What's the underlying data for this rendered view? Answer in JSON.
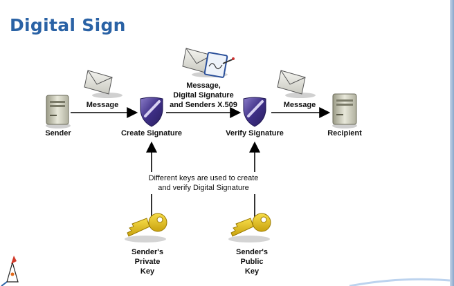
{
  "slide": {
    "title": "Digital Sign"
  },
  "diagram": {
    "nodes": {
      "sender": "Sender",
      "create_signature": "Create Signature",
      "verify_signature": "Verify Signature",
      "recipient": "Recipient"
    },
    "edge_labels": {
      "message_left": "Message",
      "message_middle_line1": "Message,",
      "message_middle_line2": "Digital Signature",
      "message_middle_line3": "and Senders X.509",
      "message_right": "Message"
    },
    "note": {
      "line1": "Different keys are used to create",
      "line2": "and verify Digital Signature"
    },
    "keys": {
      "private_line1": "Sender's",
      "private_line2": "Private",
      "private_line3": "Key",
      "public_line1": "Sender's",
      "public_line2": "Public",
      "public_line3": "Key"
    }
  },
  "colors": {
    "title": "#2a62a5",
    "shield": "#4a3a8c",
    "key": "#e8c21c"
  }
}
